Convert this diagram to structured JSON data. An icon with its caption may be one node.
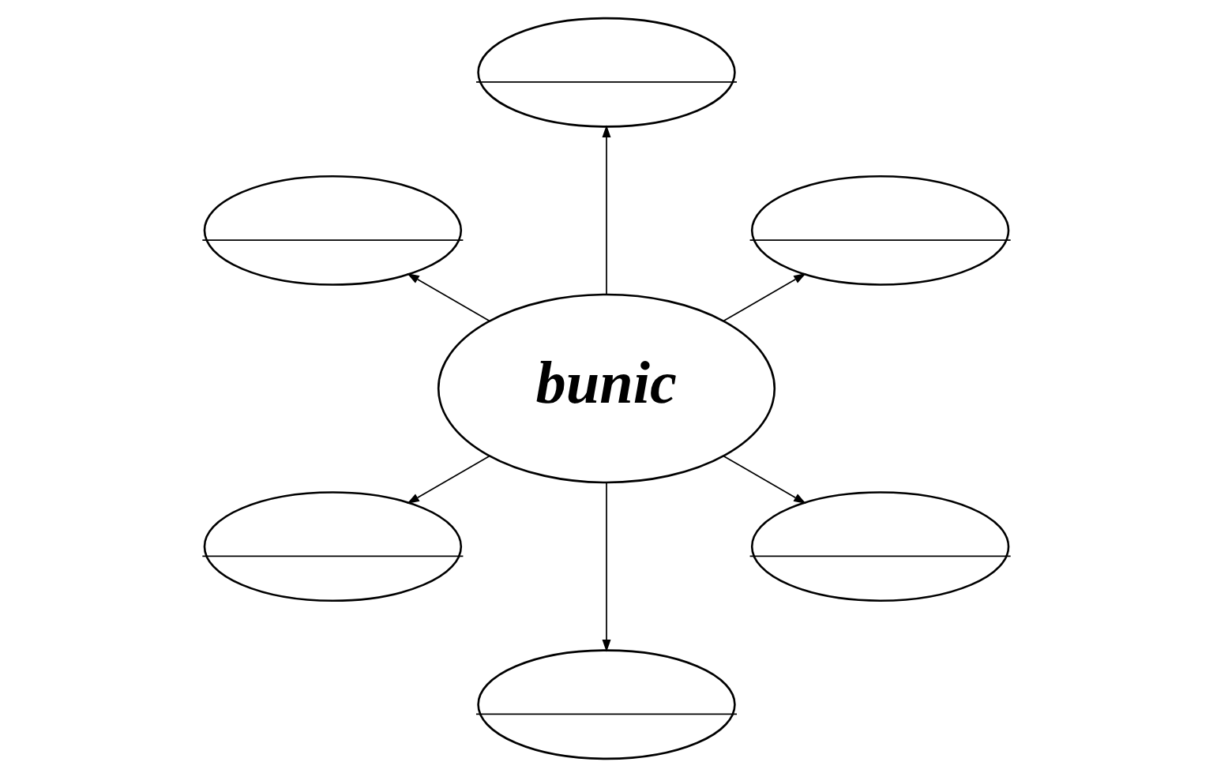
{
  "diagram": {
    "nodes": [
      {
        "text": [
          "bunic"
        ]
      },
      {
        "text": [],
        "shape": "ellipse"
      },
      {
        "text": [],
        "shape": "ellipse"
      },
      {
        "text": [],
        "shape": "ellipse"
      },
      {
        "text": [],
        "shape": "ellipse"
      },
      {
        "text": [],
        "shape": "ellipse"
      },
      {
        "text": [],
        "shape": "ellipse"
      }
    ],
    "edges": [
      {
        "from": 0,
        "to": 1,
        "arrow": "to"
      },
      {
        "from": 0,
        "to": 2,
        "arrow": "to"
      },
      {
        "from": 0,
        "to": 3,
        "arrow": "to"
      },
      {
        "from": 0,
        "to": 4,
        "arrow": "to"
      },
      {
        "from": 0,
        "to": 5,
        "arrow": "to"
      },
      {
        "from": 0,
        "to": 6,
        "arrow": "to"
      }
    ]
  }
}
